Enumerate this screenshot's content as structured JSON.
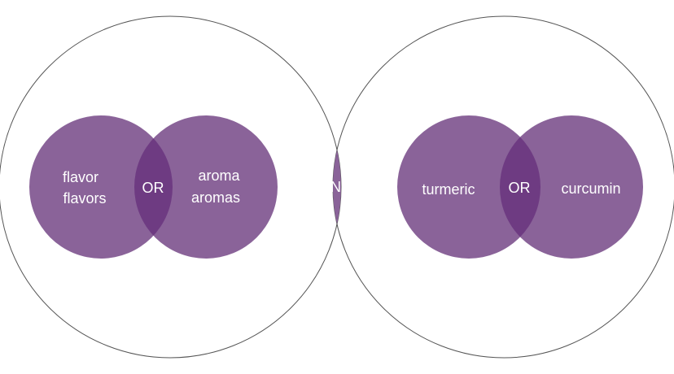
{
  "diagram": {
    "left_group": {
      "left_label_line1": "flavor",
      "left_label_line2": "flavors",
      "overlap_label": "OR",
      "right_label_line1": "aroma",
      "right_label_line2": "aromas"
    },
    "center_overlap_label": "AND",
    "right_group": {
      "left_label": "turmeric",
      "overlap_label": "OR",
      "right_label": "curcumin"
    },
    "colors": {
      "circle_fill": "#8a6399",
      "overlap_fill": "#6e3b82",
      "outline": "#555555",
      "text": "#ffffff"
    }
  }
}
